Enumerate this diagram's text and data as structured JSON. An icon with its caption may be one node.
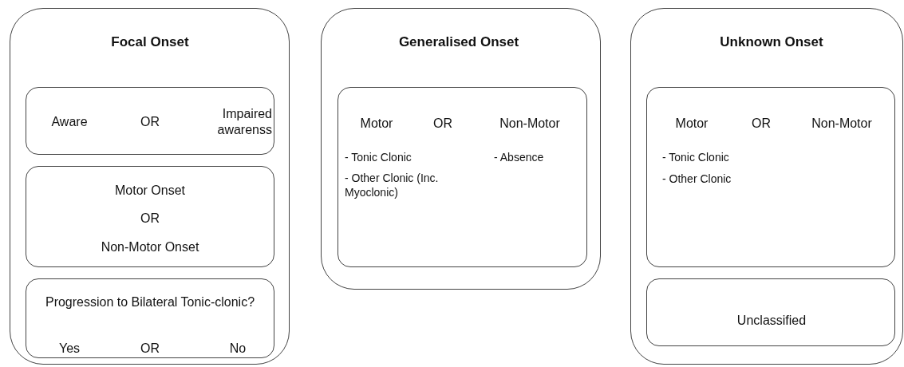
{
  "diagram": {
    "nodes": [
      {
        "text": [
          "Focal Onset"
        ]
      },
      {
        "text": [
          "Aware",
          "OR",
          "Impaired awarenss"
        ],
        "in": 0
      },
      {
        "text": [
          "Motor Onset",
          "OR",
          "Non-Motor Onset"
        ],
        "in": 0
      },
      {
        "text": [
          "Progression to Bilateral Tonic-clonic?",
          "Yes",
          "OR",
          "No"
        ],
        "in": 0
      },
      {
        "text": [
          "Generalised Onset"
        ]
      },
      {
        "text": [
          "Motor",
          "OR",
          "Non-Motor",
          "- Tonic Clonic",
          "- Other Clonic (Inc. Myoclonic)",
          "- Absence"
        ],
        "in": 4
      },
      {
        "text": [
          "Unknown Onset"
        ]
      },
      {
        "text": [
          "Motor",
          "OR",
          "Non-Motor",
          "- Tonic Clonic",
          "- Other Clonic"
        ],
        "in": 6
      },
      {
        "text": [
          "Unclassified"
        ],
        "in": 6
      }
    ]
  }
}
